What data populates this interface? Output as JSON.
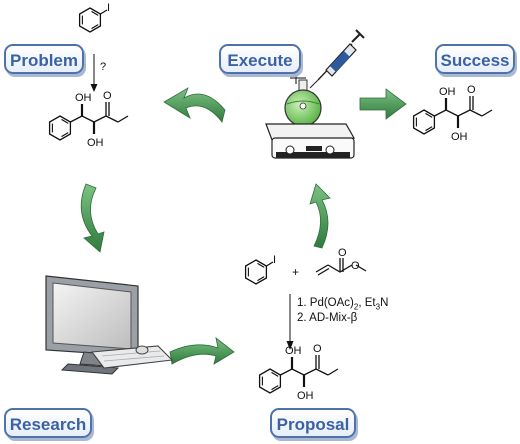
{
  "labels": {
    "problem": "Problem",
    "execute": "Execute",
    "success": "Success",
    "research": "Research",
    "proposal": "Proposal"
  },
  "question_mark": "?",
  "plus_sign": "+",
  "atoms": {
    "iodine": "I",
    "oh": "OH",
    "oxygen": "O"
  },
  "steps": {
    "step1_prefix": "1. Pd(OAc)",
    "step1_sub": "2",
    "step1_suffix": ", Et",
    "step1_sub2": "3",
    "step1_end": "N",
    "step2": "2. AD-Mix-β"
  },
  "colors": {
    "label_border": "#4f72ad",
    "label_text": "#3b62a6",
    "arrow_green": "#4a9a52",
    "arrow_green_dark": "#2f6e3a"
  }
}
